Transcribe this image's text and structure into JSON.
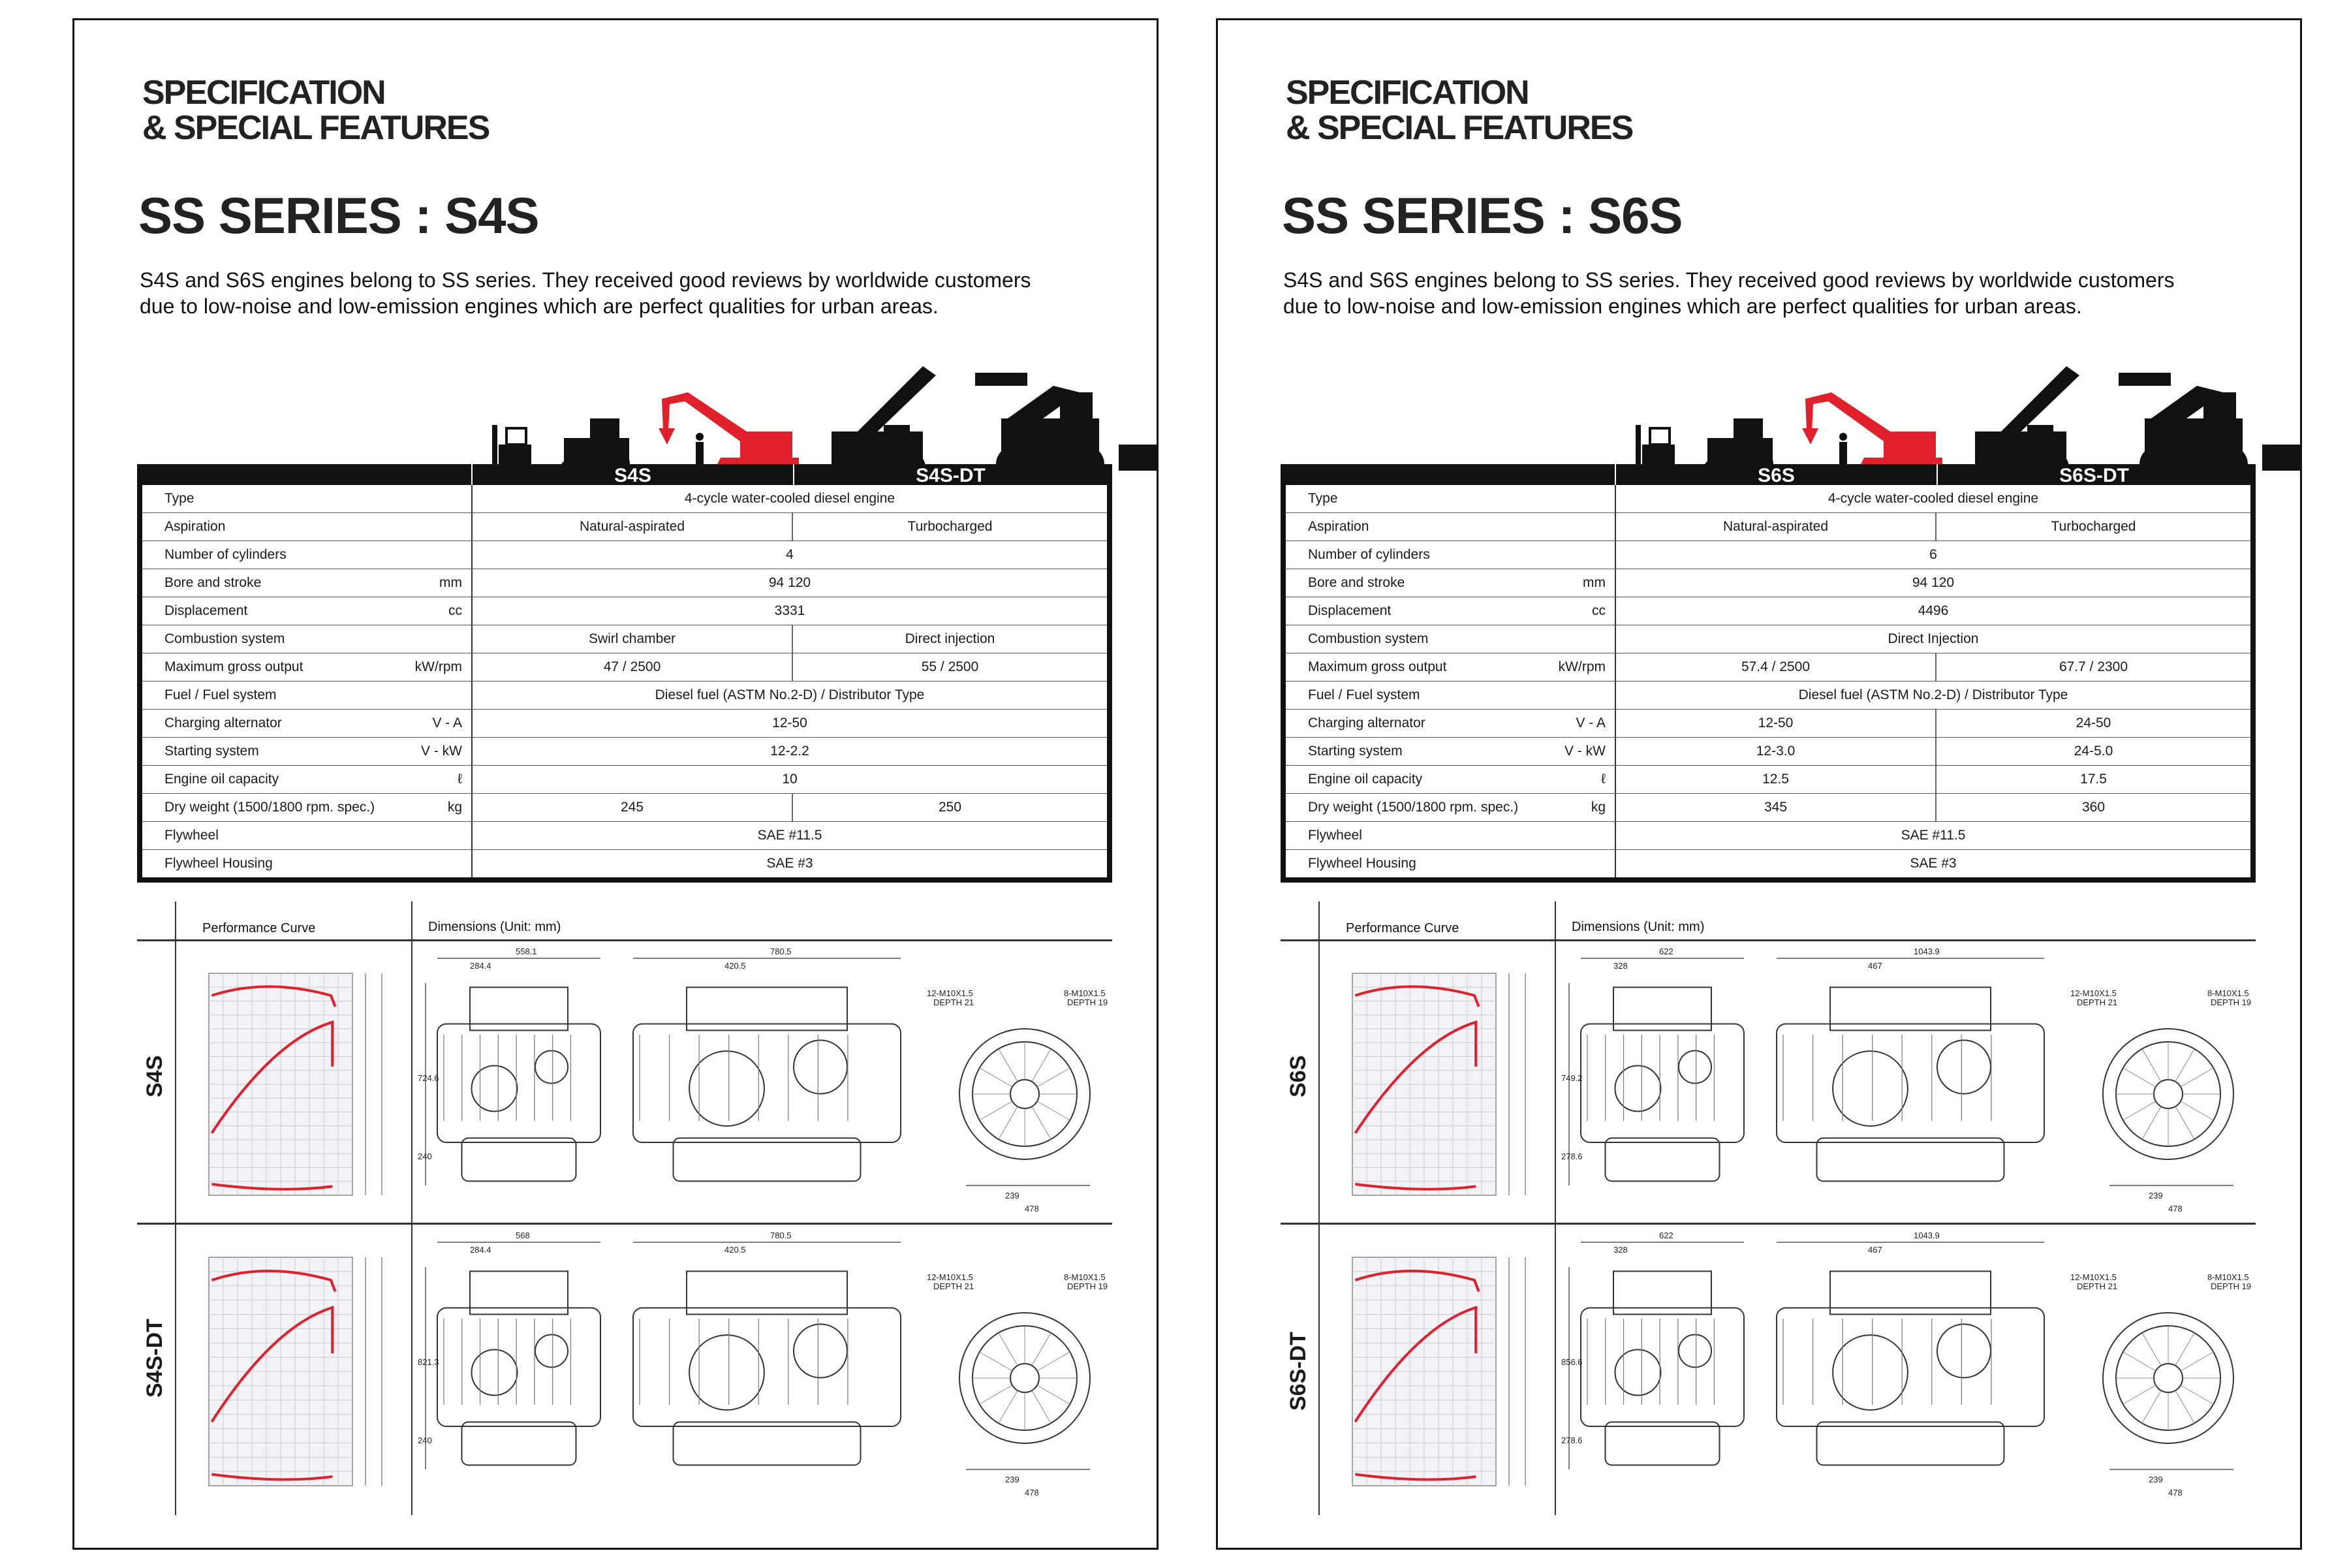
{
  "pages": [
    {
      "header_line1": "SPECIFICATION",
      "header_line2": "& SPECIAL FEATURES",
      "title": "SS SERIES : S4S",
      "intro_line1": "S4S and S6S engines belong to SS series. They received good reviews by worldwide customers",
      "intro_line2": "due to low-noise and low-emission engines which are perfect qualities for urban areas.",
      "model_a": "S4S",
      "model_b": "S4S-DT",
      "rows": [
        {
          "label": "Type",
          "unit": "",
          "full": "4-cycle water-cooled diesel engine"
        },
        {
          "label": "Aspiration",
          "unit": "",
          "a": "Natural-aspirated",
          "b": "Turbocharged"
        },
        {
          "label": "Number of cylinders",
          "unit": "",
          "full": "4"
        },
        {
          "label": "Bore and stroke",
          "unit": "mm",
          "full": "94  120"
        },
        {
          "label": "Displacement",
          "unit": "cc",
          "full": "3331"
        },
        {
          "label": "Combustion system",
          "unit": "",
          "a": "Swirl chamber",
          "b": "Direct injection"
        },
        {
          "label": "Maximum gross output",
          "unit": "kW/rpm",
          "a": "47 / 2500",
          "b": "55 / 2500"
        },
        {
          "label": "Fuel / Fuel system",
          "unit": "",
          "full": "Diesel fuel (ASTM No.2-D) / Distributor Type"
        },
        {
          "label": "Charging alternator",
          "unit": "V - A",
          "full": "12-50"
        },
        {
          "label": "Starting system",
          "unit": "V - kW",
          "full": "12-2.2"
        },
        {
          "label": "Engine oil capacity",
          "unit": "ℓ",
          "full": "10"
        },
        {
          "label": "Dry weight (1500/1800 rpm. spec.)",
          "unit": "kg",
          "a": "245",
          "b": "250"
        },
        {
          "label": "Flywheel",
          "unit": "",
          "full": "SAE #11.5"
        },
        {
          "label": "Flywheel Housing",
          "unit": "",
          "full": "SAE #3"
        }
      ],
      "perf_label": "Performance Curve",
      "dim_label": "Dimensions (Unit: mm)",
      "side_a": "S4S",
      "side_b": "S4S-DT",
      "dims_a": {
        "d1": "558.1",
        "d2": "284.4",
        "d3": "780.5",
        "d4": "420.5",
        "h1": "724.6",
        "h2": "240",
        "f1": "12-M10X1.5",
        "f2": "DEPTH 21",
        "f3": "8-M10X1.5",
        "f4": "DEPTH 19",
        "r1": "239",
        "r2": "478"
      },
      "dims_b": {
        "d1": "568",
        "d2": "284.4",
        "d3": "780.5",
        "d4": "420.5",
        "h1": "821.3",
        "h2": "240",
        "f1": "12-M10X1.5",
        "f2": "DEPTH 21",
        "f3": "8-M10X1.5",
        "f4": "DEPTH 19",
        "r1": "239",
        "r2": "478"
      }
    },
    {
      "header_line1": "SPECIFICATION",
      "header_line2": "& SPECIAL FEATURES",
      "title": "SS SERIES : S6S",
      "intro_line1": "S4S and S6S engines belong to SS series. They received good reviews by worldwide customers",
      "intro_line2": "due to low-noise and low-emission engines which are perfect qualities for urban areas.",
      "model_a": "S6S",
      "model_b": "S6S-DT",
      "rows": [
        {
          "label": "Type",
          "unit": "",
          "full": "4-cycle water-cooled diesel engine"
        },
        {
          "label": "Aspiration",
          "unit": "",
          "a": "Natural-aspirated",
          "b": "Turbocharged"
        },
        {
          "label": "Number of cylinders",
          "unit": "",
          "full": "6"
        },
        {
          "label": "Bore and stroke",
          "unit": "mm",
          "full": "94  120"
        },
        {
          "label": "Displacement",
          "unit": "cc",
          "full": "4496"
        },
        {
          "label": "Combustion system",
          "unit": "",
          "full": "Direct Injection"
        },
        {
          "label": "Maximum gross output",
          "unit": "kW/rpm",
          "a": "57.4 / 2500",
          "b": "67.7 / 2300"
        },
        {
          "label": "Fuel / Fuel system",
          "unit": "",
          "full": "Diesel fuel (ASTM No.2-D) / Distributor Type"
        },
        {
          "label": "Charging alternator",
          "unit": "V - A",
          "a": "12-50",
          "b": "24-50"
        },
        {
          "label": "Starting system",
          "unit": "V - kW",
          "a": "12-3.0",
          "b": "24-5.0"
        },
        {
          "label": "Engine oil capacity",
          "unit": "ℓ",
          "a": "12.5",
          "b": "17.5"
        },
        {
          "label": "Dry weight (1500/1800 rpm. spec.)",
          "unit": "kg",
          "a": "345",
          "b": "360"
        },
        {
          "label": "Flywheel",
          "unit": "",
          "full": "SAE #11.5"
        },
        {
          "label": "Flywheel Housing",
          "unit": "",
          "full": "SAE #3"
        }
      ],
      "perf_label": "Performance Curve",
      "dim_label": "Dimensions (Unit: mm)",
      "side_a": "S6S",
      "side_b": "S6S-DT",
      "dims_a": {
        "d1": "622",
        "d2": "328",
        "d3": "1043.9",
        "d4": "467",
        "h1": "749.2",
        "h2": "278.6",
        "f1": "12-M10X1.5",
        "f2": "DEPTH 21",
        "f3": "8-M10X1.5",
        "f4": "DEPTH 19",
        "r1": "239",
        "r2": "478"
      },
      "dims_b": {
        "d1": "622",
        "d2": "328",
        "d3": "1043.9",
        "d4": "467",
        "h1": "856.6",
        "h2": "278.6",
        "f1": "12-M10X1.5",
        "f2": "DEPTH 21",
        "f3": "8-M10X1.5",
        "f4": "DEPTH 19",
        "r1": "239",
        "r2": "478"
      }
    }
  ],
  "colors": {
    "accent_red": "#e0202a",
    "black": "#111111",
    "grid": "#c9c9d6"
  }
}
